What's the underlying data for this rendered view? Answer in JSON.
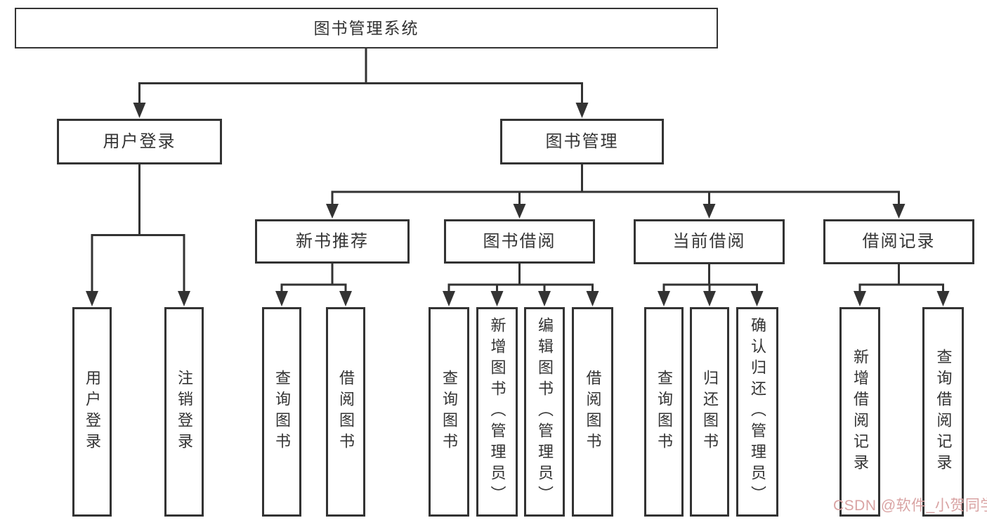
{
  "diagram": {
    "root": {
      "label": "图书管理系统"
    },
    "branches": [
      {
        "label": "用户登录",
        "children": [
          {
            "label": "用户登录"
          },
          {
            "label": "注销登录"
          }
        ]
      },
      {
        "label": "图书管理",
        "children": [
          {
            "label": "新书推荐",
            "children": [
              {
                "label": "查询图书"
              },
              {
                "label": "借阅图书"
              }
            ]
          },
          {
            "label": "图书借阅",
            "children": [
              {
                "label": "查询图书"
              },
              {
                "label": "新增图书（管理员）"
              },
              {
                "label": "编辑图书（管理员）"
              },
              {
                "label": "借阅图书"
              }
            ]
          },
          {
            "label": "当前借阅",
            "children": [
              {
                "label": "查询图书"
              },
              {
                "label": "归还图书"
              },
              {
                "label": "确认归还（管理员）"
              }
            ]
          },
          {
            "label": "借阅记录",
            "children": [
              {
                "label": "新增借阅记录"
              },
              {
                "label": "查询借阅记录"
              }
            ]
          }
        ]
      }
    ]
  },
  "watermark": {
    "text": "CSDN @软件_小贺同学"
  },
  "colors": {
    "line": "#333333",
    "text": "#333333",
    "background": "#ffffff",
    "watermark": "#d9a3a3"
  }
}
